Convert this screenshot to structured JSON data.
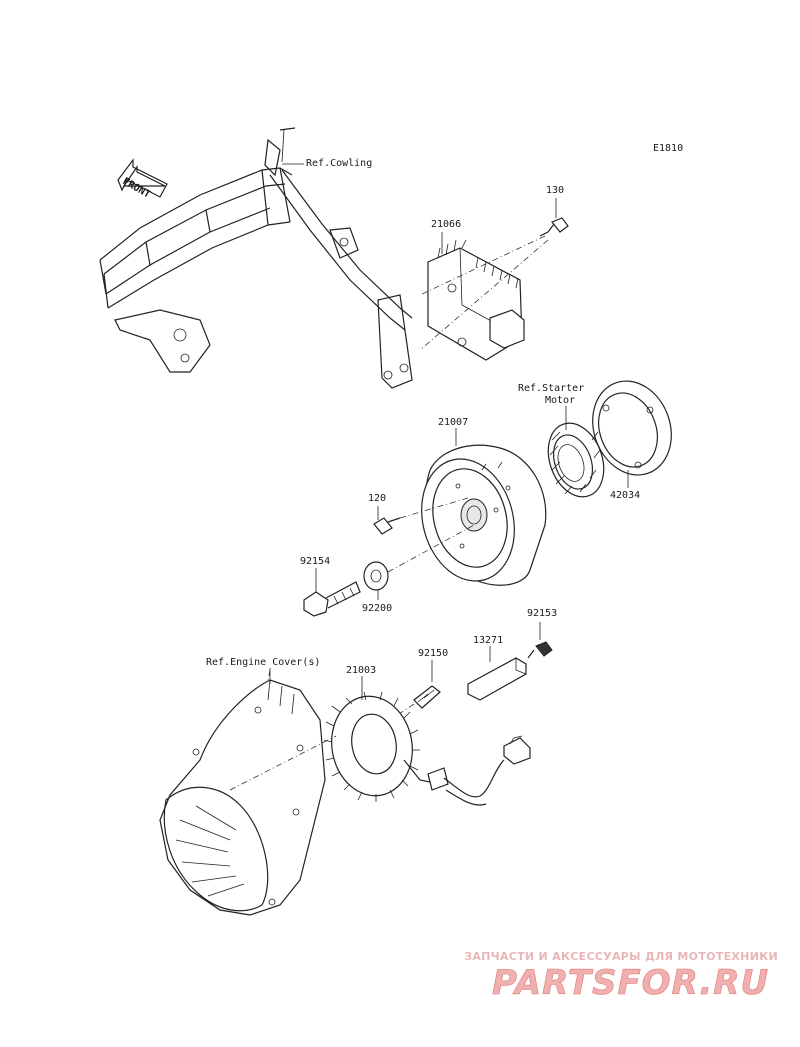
{
  "diagram_code": "E1810",
  "front_arrow": "FRONT",
  "refs": {
    "cowling": "Ref.Cowling",
    "starter_motor_line1": "Ref.Starter",
    "starter_motor_line2": "Motor",
    "engine_cover": "Ref.Engine Cover(s)"
  },
  "parts": {
    "p130": "130",
    "p21066": "21066",
    "p21007": "21007",
    "p42034": "42034",
    "p120": "120",
    "p92154": "92154",
    "p92200": "92200",
    "p92153": "92153",
    "p13271": "13271",
    "p92150": "92150",
    "p21003": "21003"
  },
  "watermark": {
    "tagline": "ЗАПЧАСТИ И АКСЕССУАРЫ ДЛЯ МОТОТЕХНИКИ",
    "logo": "PARTSFOR.RU",
    "color": "#e06060"
  }
}
